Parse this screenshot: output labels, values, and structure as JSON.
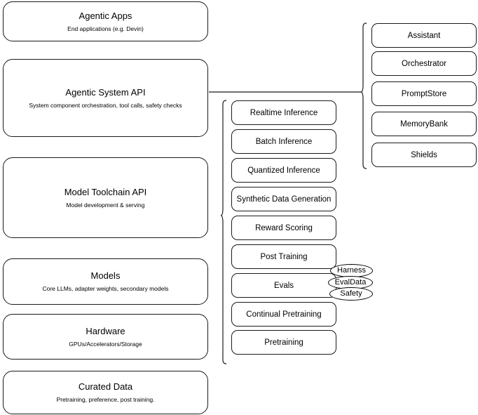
{
  "diagram": {
    "title": "Llama Stack layered architecture",
    "stroke_color": "#1a1a1a",
    "background_color": "#ffffff"
  },
  "layers": [
    {
      "id": "agentic-apps",
      "title": "Agentic Apps",
      "subtitle": "End applications (e.g. Devin)"
    },
    {
      "id": "agentic-system-api",
      "title": "Agentic System API",
      "subtitle": "System component orchestration, tool calls, safety checks"
    },
    {
      "id": "model-toolchain-api",
      "title": "Model Toolchain API",
      "subtitle": "Model development & serving"
    },
    {
      "id": "models",
      "title": "Models",
      "subtitle": "Core LLMs, adapter weights, secondary models"
    },
    {
      "id": "hardware",
      "title": "Hardware",
      "subtitle": "GPUs/Accelerators/Storage"
    },
    {
      "id": "curated-data",
      "title": "Curated Data",
      "subtitle": "Pretraining, preference, post training."
    }
  ],
  "toolchain_capabilities": [
    {
      "id": "realtime-inference",
      "label": "Realtime Inference"
    },
    {
      "id": "batch-inference",
      "label": "Batch Inference"
    },
    {
      "id": "quantized-inference",
      "label": "Quantized Inference"
    },
    {
      "id": "synthetic-data-generation",
      "label": "Synthetic Data Generation"
    },
    {
      "id": "reward-scoring",
      "label": "Reward Scoring"
    },
    {
      "id": "post-training",
      "label": "Post Training"
    },
    {
      "id": "evals",
      "label": "Evals"
    },
    {
      "id": "continual-pretraining",
      "label": "Continual Pretraining"
    },
    {
      "id": "pretraining",
      "label": "Pretraining"
    }
  ],
  "evals_tags": [
    {
      "id": "harness",
      "label": "Harness"
    },
    {
      "id": "evaldata",
      "label": "EvalData"
    },
    {
      "id": "safety",
      "label": "Safety"
    }
  ],
  "system_components": [
    {
      "id": "assistant",
      "label": "Assistant"
    },
    {
      "id": "orchestrator",
      "label": "Orchestrator"
    },
    {
      "id": "promptstore",
      "label": "PromptStore"
    },
    {
      "id": "memorybank",
      "label": "MemoryBank"
    },
    {
      "id": "shields",
      "label": "Shields"
    }
  ]
}
